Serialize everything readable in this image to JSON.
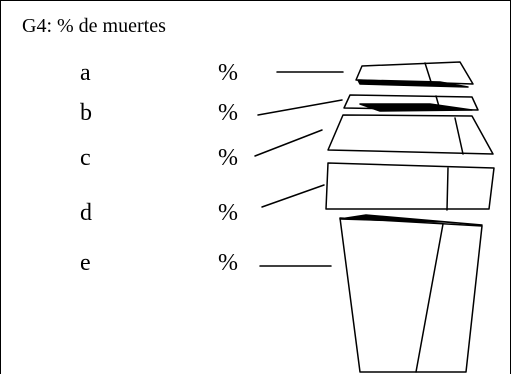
{
  "title": "G4: % de muertes",
  "rows": [
    {
      "letter": "a",
      "symbol": "%"
    },
    {
      "letter": "b",
      "symbol": "%"
    },
    {
      "letter": "c",
      "symbol": "%"
    },
    {
      "letter": "d",
      "symbol": "%"
    },
    {
      "letter": "e",
      "symbol": "%"
    }
  ],
  "colors": {
    "ink": "#000000",
    "paper": "#ffffff"
  }
}
